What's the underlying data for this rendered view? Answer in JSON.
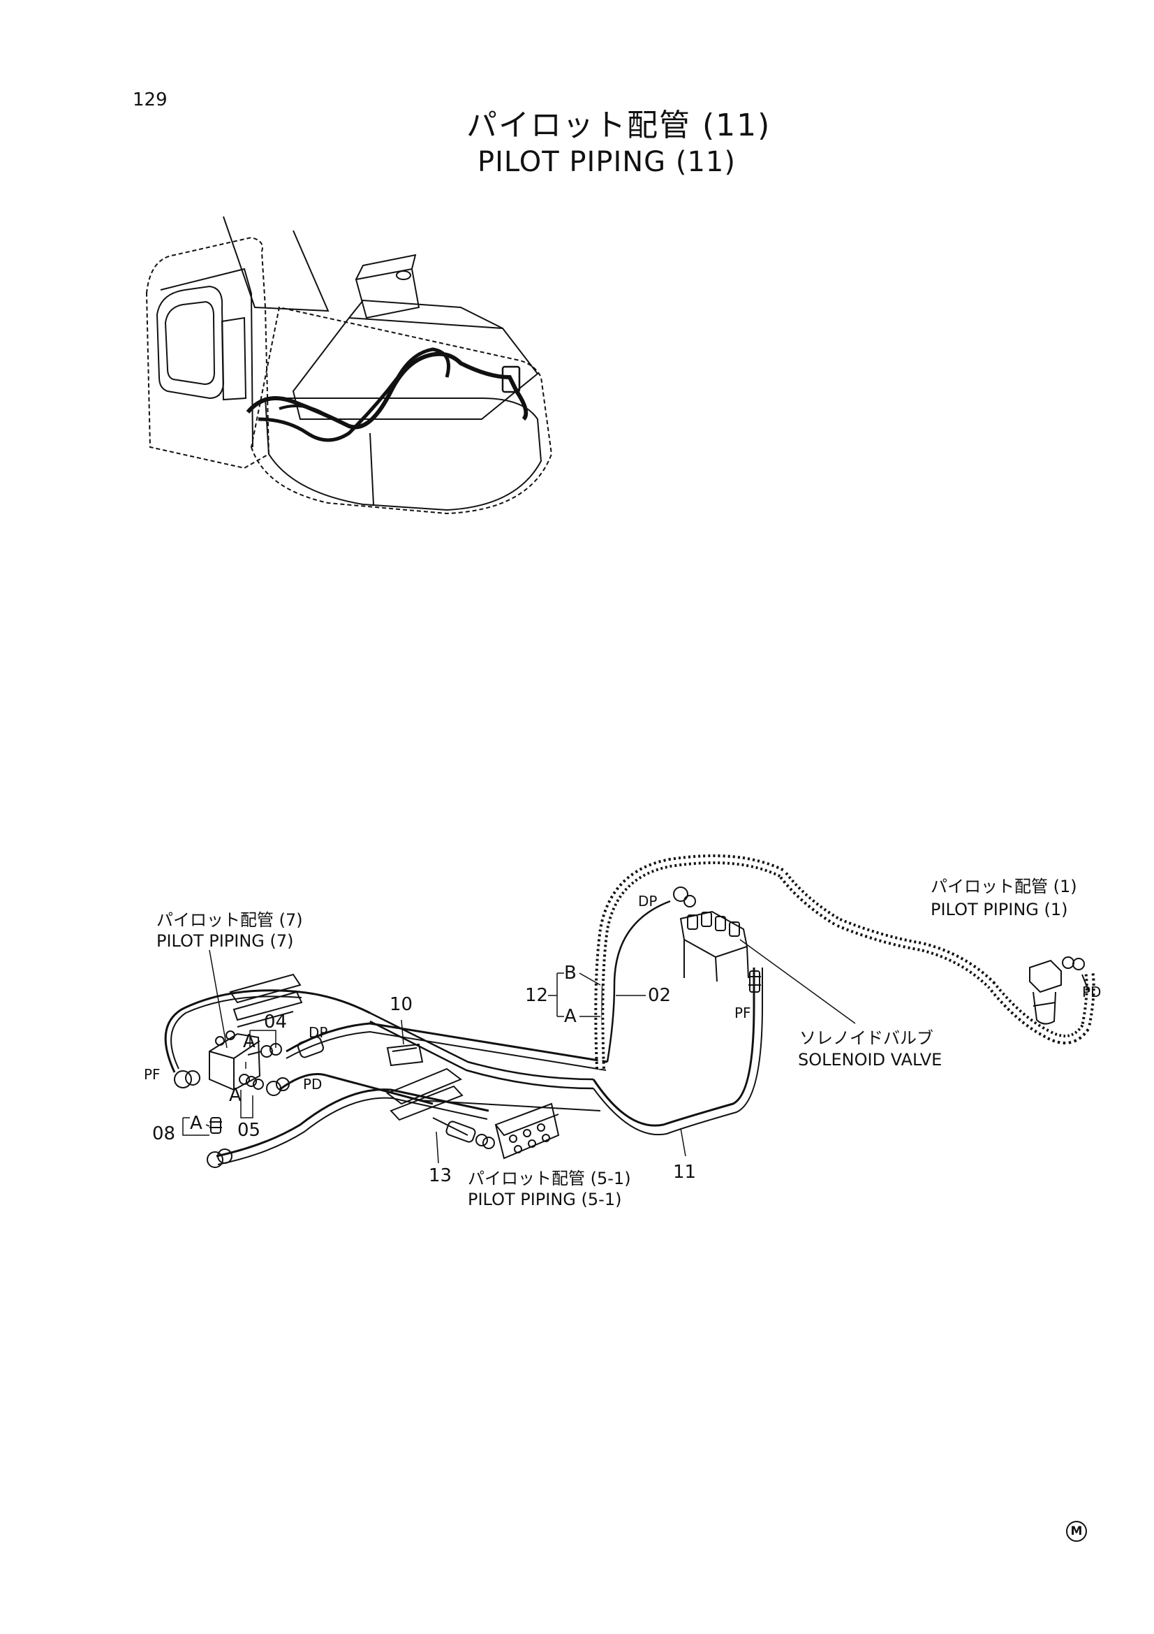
{
  "page": {
    "number": "129"
  },
  "title": {
    "jp": "パイロット配管 (11)",
    "en": "PILOT PIPING (11)"
  },
  "refs": {
    "piping7": {
      "jp": "パイロット配管 (7)",
      "en": "PILOT PIPING (7)"
    },
    "piping1": {
      "jp": "パイロット配管 (1)",
      "en": "PILOT PIPING (1)"
    },
    "piping51": {
      "jp": "パイロット配管 (5-1)",
      "en": "PILOT PIPING (5-1)"
    },
    "solenoid": {
      "jp": "ソレノイドバルブ",
      "en": "SOLENOID VALVE"
    }
  },
  "part_numbers": {
    "p02": "02",
    "p04": "04",
    "p05": "05",
    "p08": "08",
    "p10": "10",
    "p11": "11",
    "p12": "12",
    "p13": "13"
  },
  "letters": {
    "A": "A",
    "B": "B"
  },
  "ports": {
    "PF": "PF",
    "DP": "DP",
    "PD": "PD"
  },
  "mark": "M"
}
